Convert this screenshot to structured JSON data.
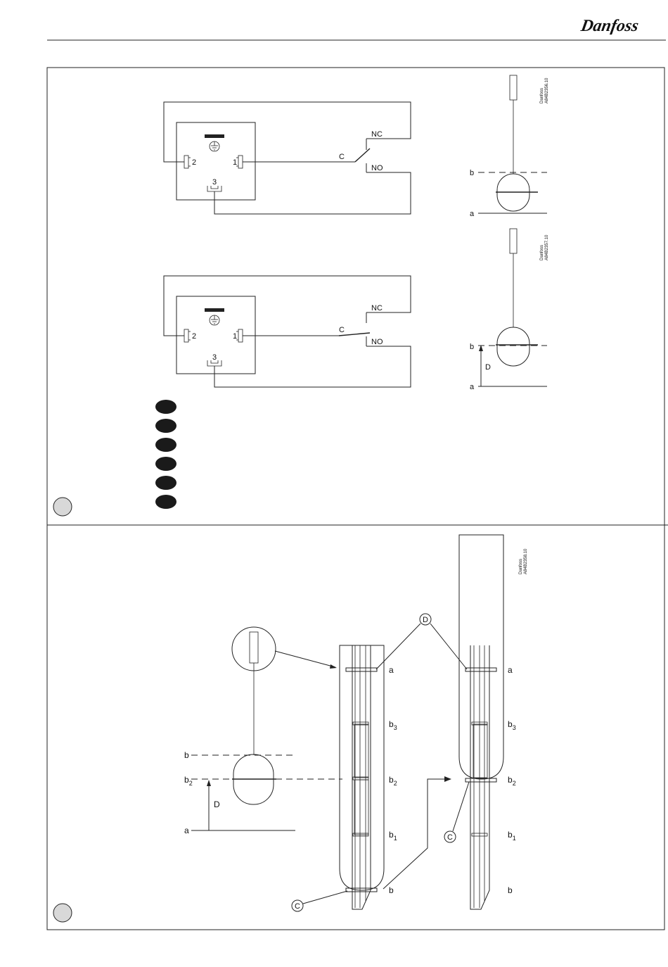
{
  "header": {
    "brand": "Danfoss"
  },
  "figure1": {
    "wiring_a": {
      "terminals": [
        "2",
        "1",
        "3"
      ],
      "switch": {
        "common": "C",
        "nc": "NC",
        "no": "NO"
      }
    },
    "wiring_b": {
      "terminals": [
        "2",
        "1",
        "3"
      ],
      "switch": {
        "common": "C",
        "nc": "NC",
        "no": "NO"
      }
    },
    "float_a": {
      "code_line1": "Danfoss",
      "code_line2": "A84B2356.10",
      "level_b": "b",
      "level_a": "a"
    },
    "float_b": {
      "code_line1": "Danfoss",
      "code_line2": "A84B2357.10",
      "level_b": "b",
      "level_a": "a",
      "distance": "D"
    }
  },
  "figure2": {
    "code_line1": "Danfoss",
    "code_line2": "A84B2358.10",
    "float": {
      "level_b": "b",
      "level_b2": "b",
      "level_b2_sub": "2",
      "level_a": "a",
      "distance": "D"
    },
    "pipe1": {
      "labels": [
        "a",
        "b",
        "b",
        "b"
      ],
      "subs": [
        "",
        "3",
        "2",
        "1"
      ],
      "bottom": "b",
      "callout_c": "C"
    },
    "pipe2": {
      "labels": [
        "a",
        "b",
        "b",
        "b"
      ],
      "subs": [
        "",
        "3",
        "2",
        "1"
      ],
      "bottom": "b",
      "callout_c": "C"
    },
    "callout_d": "D"
  }
}
